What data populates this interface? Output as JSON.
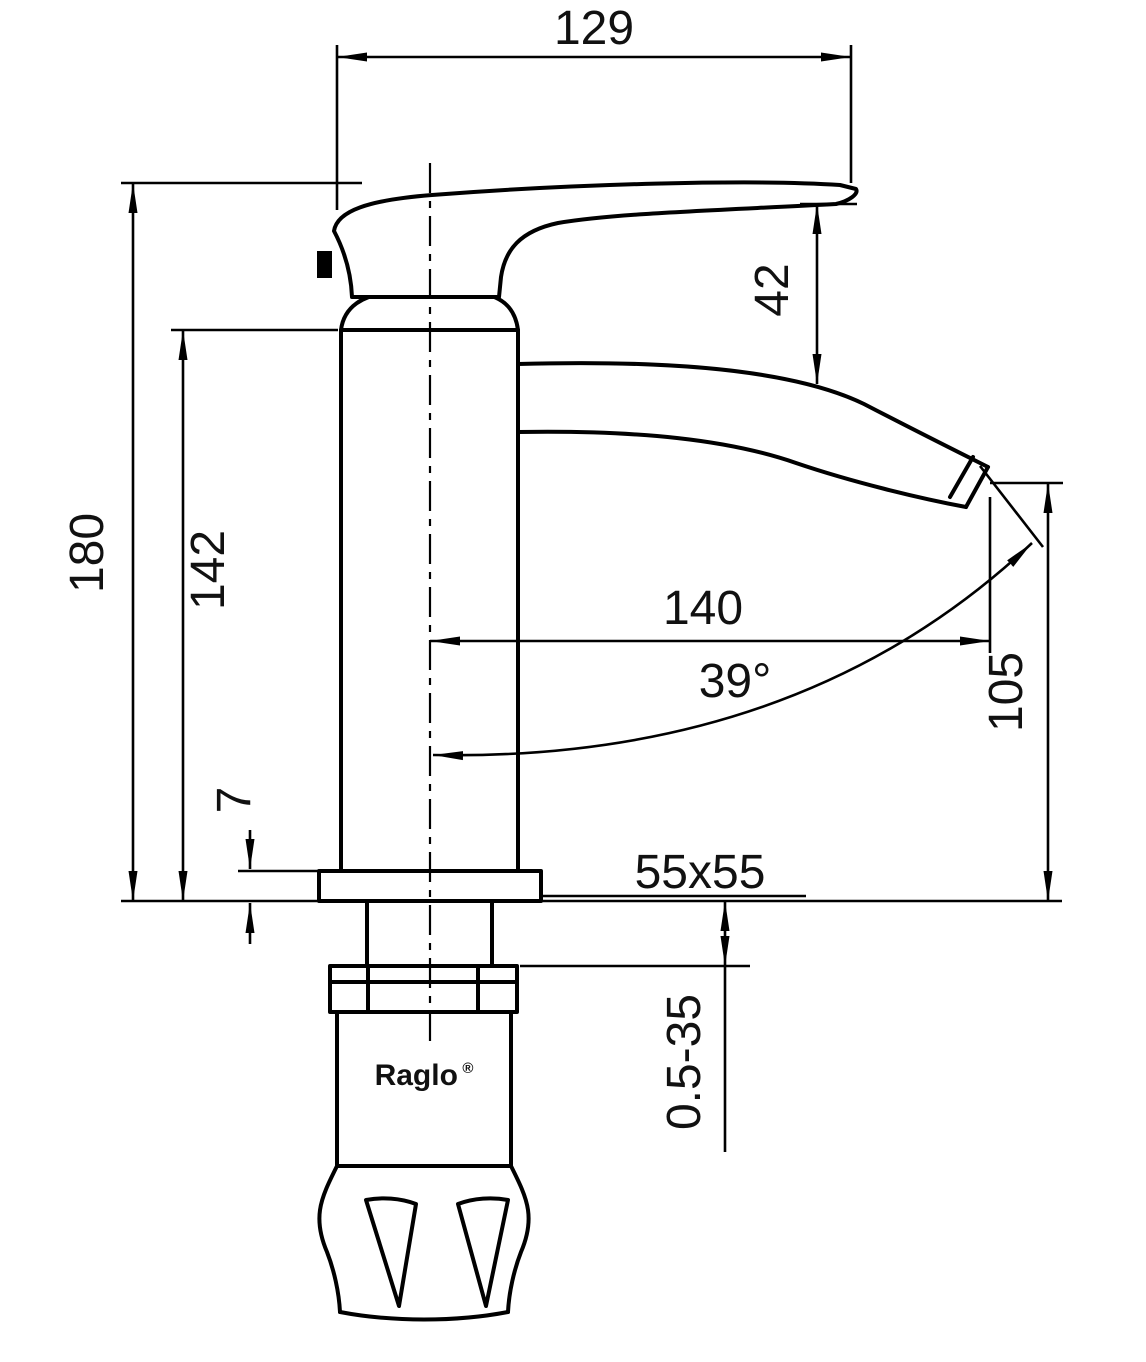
{
  "drawing": {
    "brand": "Raglo",
    "registered_mark": "®",
    "dimensions": {
      "top_width": "129",
      "total_height": "180",
      "body_height": "142",
      "handle_to_spout": "42",
      "spout_reach": "140",
      "spout_angle": "39°",
      "outlet_height": "105",
      "base_plate_thickness": "7",
      "base_size": "55x55",
      "mounting_thickness_range": "0.5-35"
    }
  }
}
